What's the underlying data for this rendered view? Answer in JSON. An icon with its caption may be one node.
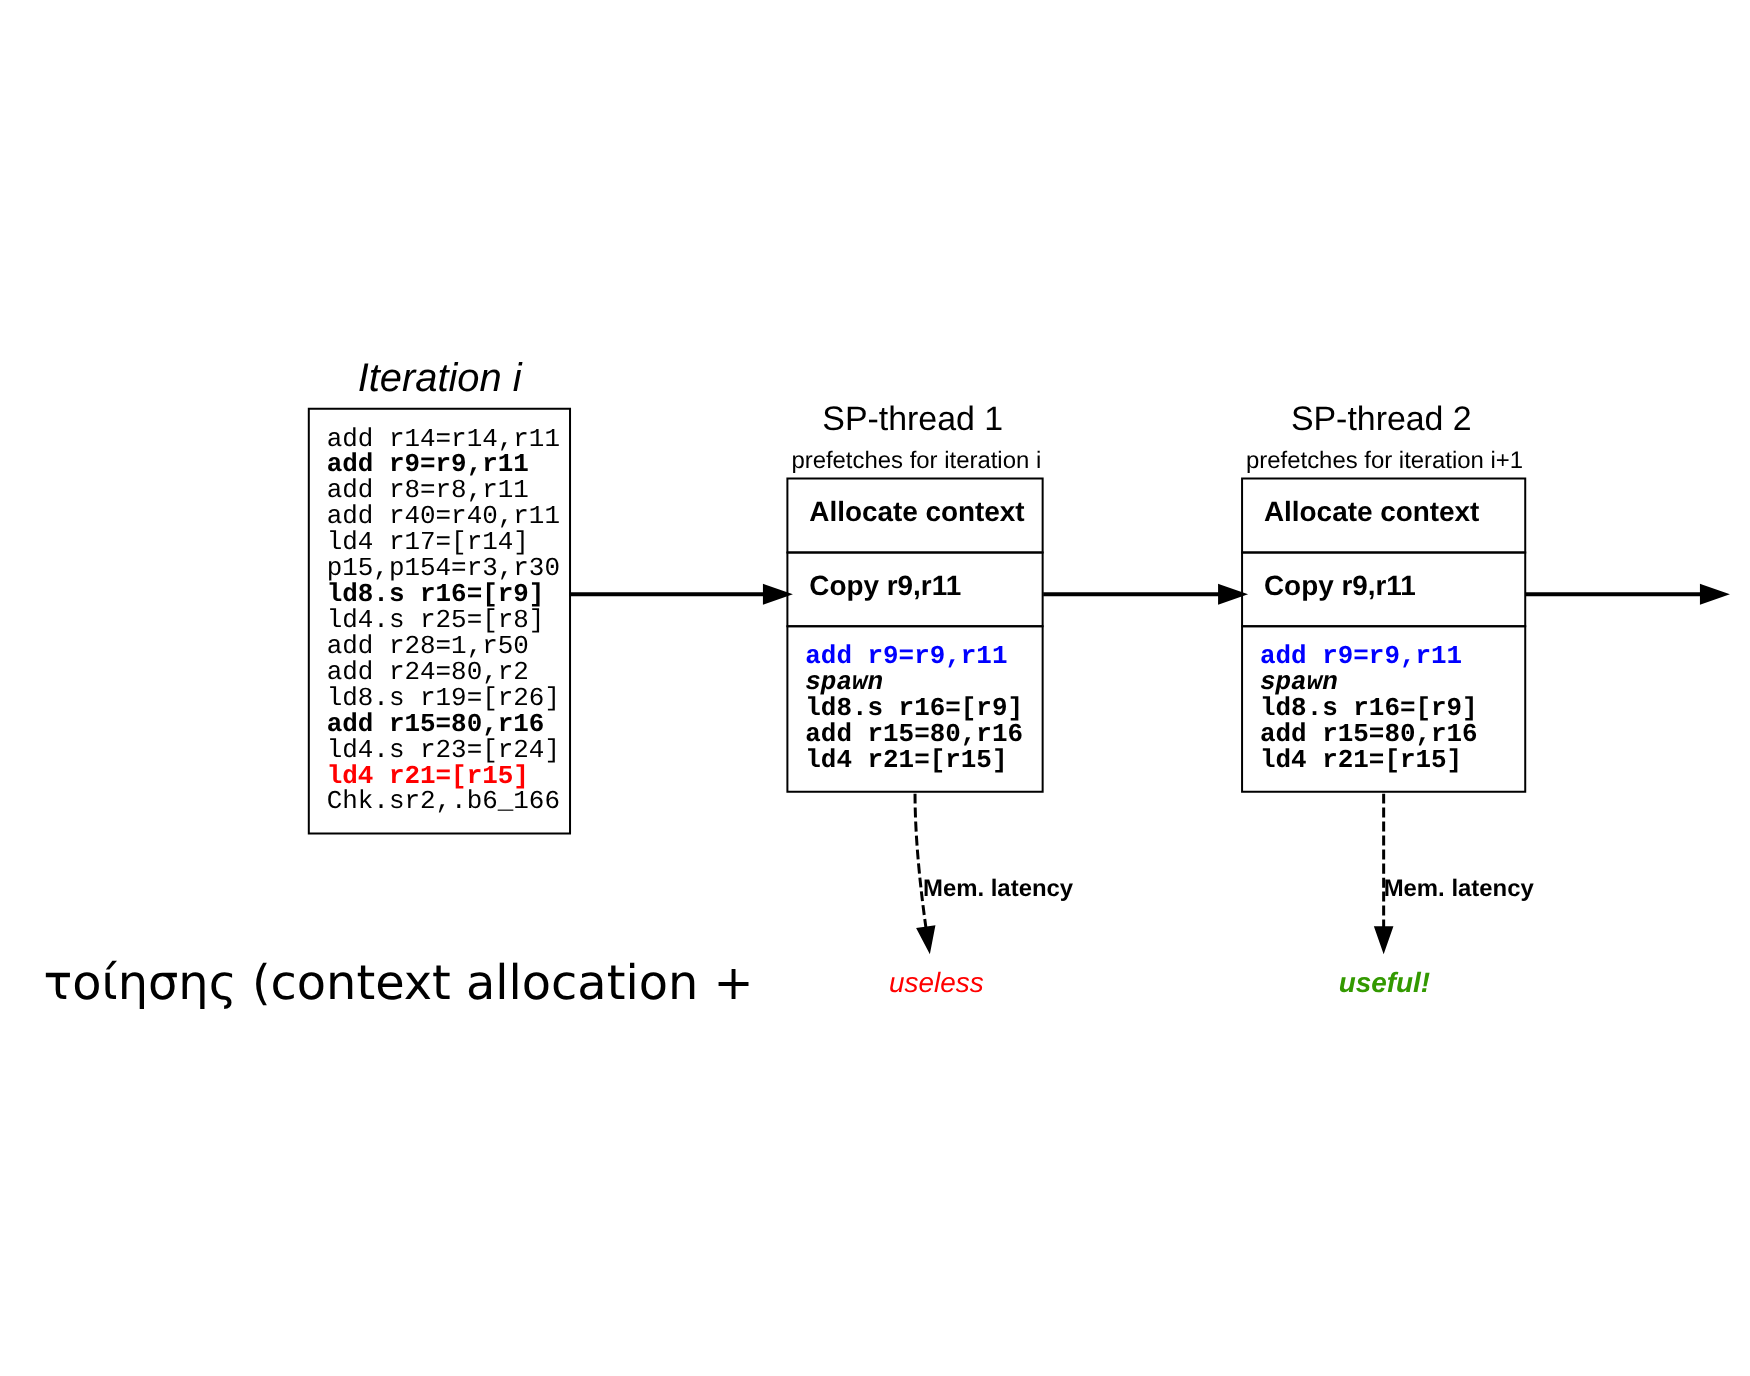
{
  "diagram": {
    "nodes": [
      {
        "text": [
          "Iteration i",
          "add r14=r14,r11",
          "add r9=r9,r11",
          "add r8=r8,r11",
          "add r40=r40,r11",
          "ld4 r17=[r14]",
          "p15,p154=r3,r30",
          "ld8.s r16=[r9]",
          "ld4.s r25=[r8]",
          "add r28=1,r50",
          "add r24=80,r2",
          "ld8.s r19=[r26]",
          "add r15=80,r16",
          "ld4.s r23=[r24]",
          "ld4 r21=[r15]",
          "Chk.sr2,.b6_166"
        ]
      },
      {
        "text": [
          "SP-thread 1",
          "prefetches for iteration i",
          "Allocate context",
          "Copy r9,r11",
          "add r9=r9,r11",
          "spawn",
          "ld8.s r16=[r9]",
          "add r15=80,r16",
          "ld4 r21=[r15]"
        ]
      },
      {
        "text": [
          "SP-thread 2",
          "prefetches for iteration i+1",
          "Allocate context",
          "Copy r9,r11",
          "add r9=r9,r11",
          "spawn",
          "ld8.s r16=[r9]",
          "add r15=80,r16",
          "ld4 r21=[r15]"
        ]
      },
      {
        "text": [
          "useless"
        ]
      },
      {
        "text": [
          "useful!"
        ]
      }
    ],
    "edges": [
      {
        "from": 0,
        "to": 1,
        "arrow": "to"
      },
      {
        "from": 1,
        "to": 2,
        "arrow": "to"
      },
      {
        "from": 2,
        "to": null,
        "arrow": "to"
      },
      {
        "from": 1,
        "to": 3,
        "arrow": "to",
        "style": "dashed",
        "label": "Mem. latency"
      },
      {
        "from": 2,
        "to": 4,
        "arrow": "to",
        "style": "dashed",
        "label": "Mem. latency"
      }
    ],
    "labels": [
      "τοίησης (context allocation +"
    ]
  }
}
